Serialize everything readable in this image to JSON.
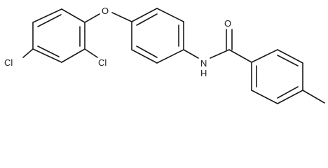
{
  "molecule": {
    "colors": {
      "bond": "#1a1a1a",
      "label": "#1a1a1a",
      "background": "#ffffff"
    },
    "atom_labels": {
      "oxygen_ether": "O",
      "oxygen_carbonyl": "O",
      "nitrogen_amide": "N",
      "hydrogen_amide": "H",
      "chlorine_left": "Cl",
      "chlorine_right": "Cl"
    }
  }
}
